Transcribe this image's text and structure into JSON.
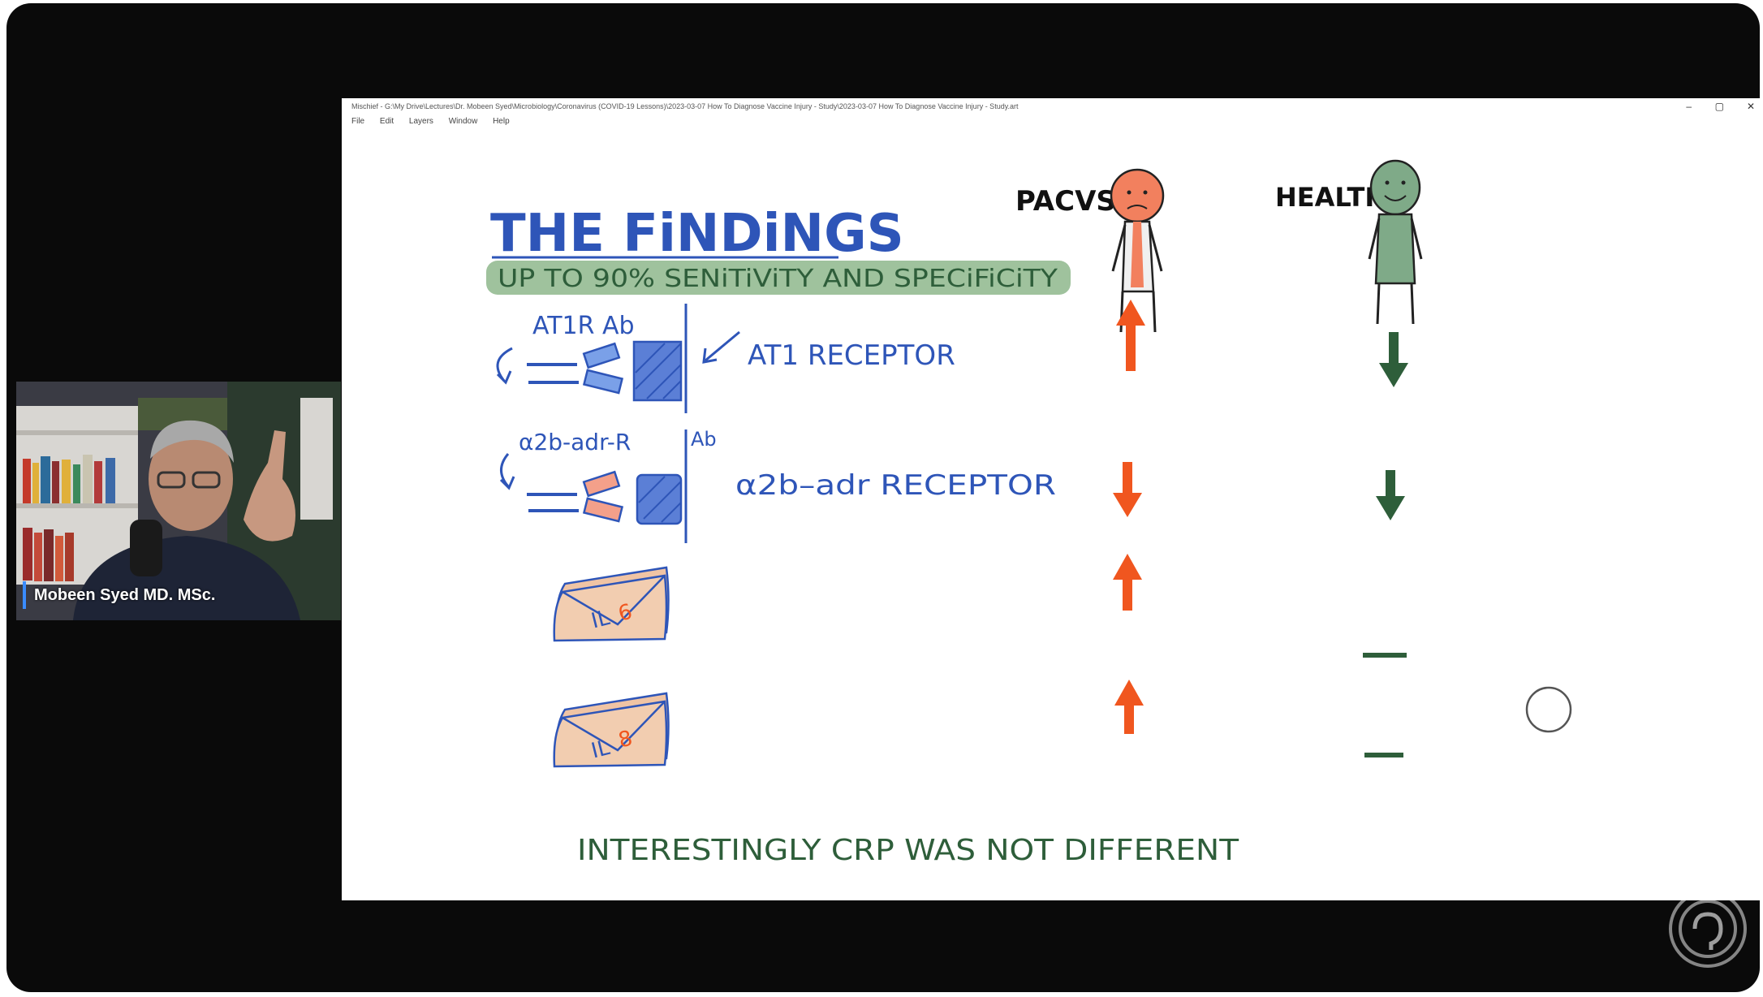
{
  "window": {
    "title": "Mischief - G:\\My Drive\\Lectures\\Dr. Mobeen Syed\\Microbiology\\Coronavirus (COVID-19 Lessons)\\2023-03-07 How To Diagnose Vaccine Injury - Study\\2023-03-07 How To Diagnose Vaccine Injury - Study.art",
    "controls": {
      "minimize": "–",
      "maximize": "▢",
      "close": "✕"
    }
  },
  "menu": [
    "File",
    "Edit",
    "Layers",
    "Window",
    "Help"
  ],
  "presenter": {
    "name": "Mobeen Syed MD. MSc."
  },
  "slide": {
    "heading": "THE FiNDiNGS",
    "subheading": "UP TO 90% SENiTiViTY AND SPECiFiCiTY",
    "col_pacvs": "PACVS",
    "col_healthy": "HEALTHY",
    "rows": [
      {
        "label_top": "AT1R Ab",
        "label_side": "AT1 RECEPTOR",
        "pacvs": "up",
        "healthy": "down"
      },
      {
        "label_top": "α2b-adr-R",
        "label_ab": "Ab",
        "label_side": "α2b–adr RECEPTOR",
        "pacvs": "down",
        "healthy": "down"
      },
      {
        "packet": "IL6",
        "pacvs": "up",
        "healthy": "same"
      },
      {
        "packet": "IL8",
        "pacvs": "up",
        "healthy": "same"
      }
    ],
    "footer": "INTERESTINGLY CRP WAS NOT DIFFERENT"
  },
  "colors": {
    "blue": "#2e55b8",
    "orange": "#f0561f",
    "green": "#2e5e3a",
    "highlight": "#9fc29d",
    "pacvs_face": "#f2805e",
    "healthy_face": "#7faa88"
  }
}
